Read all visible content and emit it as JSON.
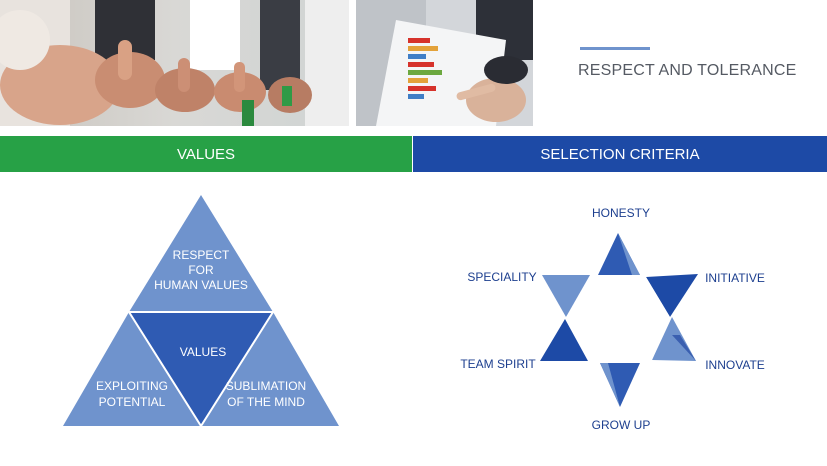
{
  "header": {
    "tagline": "RESPECT AND TOLERANCE",
    "photos": [
      {
        "id": "hands",
        "icon": "thumbs-up-team-photo-icon"
      },
      {
        "id": "chart",
        "icon": "business-chart-photo-icon"
      }
    ]
  },
  "sections": {
    "values_label": "VALUES",
    "criteria_label": "SELECTION CRITERIA"
  },
  "pyramid": {
    "top": [
      "RESPECT",
      "FOR",
      "HUMAN VALUES"
    ],
    "center": "VALUES",
    "left": [
      "EXPLOITING",
      "POTENTIAL"
    ],
    "right": [
      "SUBLIMATION",
      "OF THE MIND"
    ]
  },
  "criteria": {
    "top": "HONESTY",
    "upper_right": "INITIATIVE",
    "lower_right": "INNOVATE",
    "bottom": "GROW UP",
    "lower_left": "TEAM SPIRIT",
    "upper_left": "SPECIALITY"
  },
  "colors": {
    "green": "#27a146",
    "blue": "#1d4aa6",
    "light_blue": "#6f93cd",
    "mid_blue": "#3a5fb0"
  }
}
